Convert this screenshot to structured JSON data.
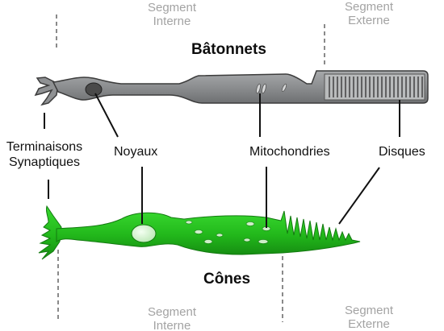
{
  "segments": {
    "top_internal": [
      "Segment",
      "Interne"
    ],
    "top_external": [
      "Segment",
      "Externe"
    ],
    "bottom_internal": [
      "Segment",
      "Interne"
    ],
    "bottom_external": [
      "Segment",
      "Externe"
    ]
  },
  "titles": {
    "rods": "Bâtonnets",
    "cones": "Cônes"
  },
  "labels": {
    "synaptic": [
      "Terminaisons",
      "Synaptiques"
    ],
    "nuclei": "Noyaux",
    "mitochondria": "Mitochondries",
    "discs": "Disques"
  },
  "colors": {
    "rod_fill": "#8f9193",
    "rod_disc_area": "#b9bbbc",
    "cone_fill": "#26c21f",
    "cone_dark": "#1a8f15",
    "nucleus_rod": "#4a4a4a",
    "nucleus_cone": "#d9f2d6",
    "segment_text": "#a3a3a3",
    "dashed_line": "#8a8a8a"
  }
}
